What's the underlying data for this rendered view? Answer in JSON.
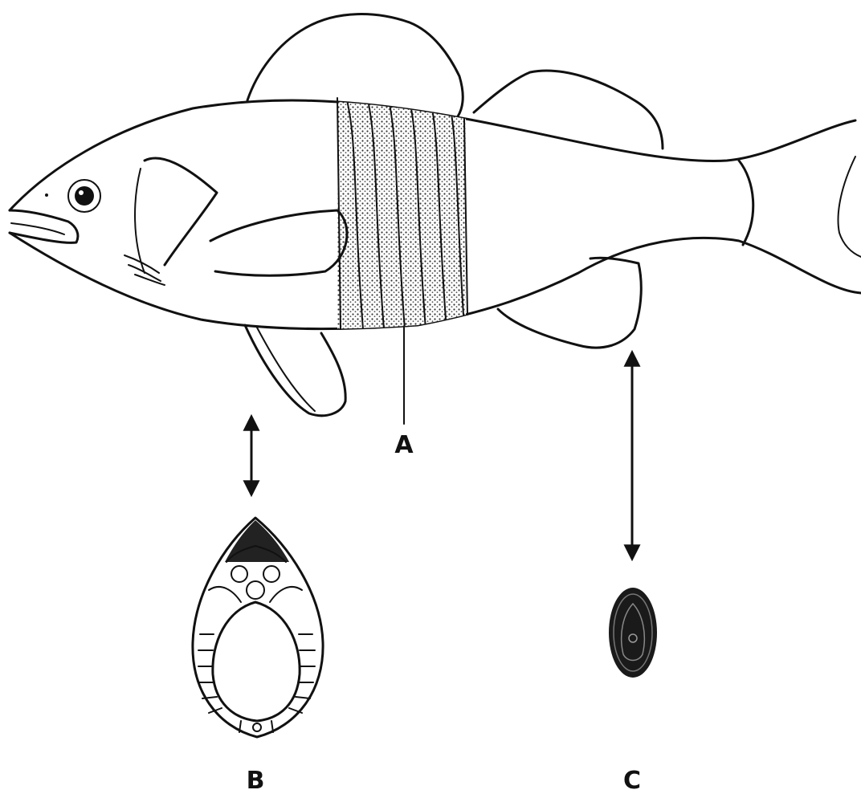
{
  "labels": {
    "a": "A",
    "b": "B",
    "c": "C"
  },
  "icons": {
    "arrow_b": "double-headed-arrow",
    "arrow_c": "double-headed-arrow"
  }
}
